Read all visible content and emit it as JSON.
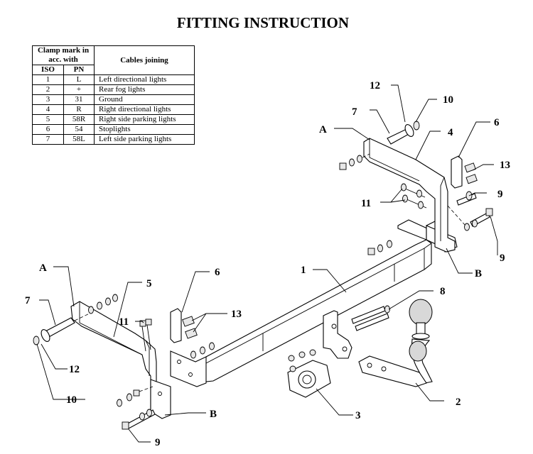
{
  "title": "FITTING INSTRUCTION",
  "table": {
    "header_clamp": "Clamp mark in acc. with",
    "header_iso": "ISO",
    "header_pn": "PN",
    "header_cables": "Cables joining",
    "rows": [
      {
        "iso": "1",
        "pn": "L",
        "desc": "Left directional lights"
      },
      {
        "iso": "2",
        "pn": "+",
        "desc": "Rear fog lights"
      },
      {
        "iso": "3",
        "pn": "31",
        "desc": "Ground"
      },
      {
        "iso": "4",
        "pn": "R",
        "desc": "Right directional lights"
      },
      {
        "iso": "5",
        "pn": "58R",
        "desc": "Right side parking lights"
      },
      {
        "iso": "6",
        "pn": "54",
        "desc": "Stoplights"
      },
      {
        "iso": "7",
        "pn": "58L",
        "desc": "Left side parking lights"
      }
    ]
  },
  "labels": {
    "p1": "1",
    "p2": "2",
    "p3": "3",
    "p4": "4",
    "p5": "5",
    "p6a": "6",
    "p6b": "6",
    "p7a": "7",
    "p7b": "7",
    "p8": "8",
    "p9a": "9",
    "p9b": "9",
    "p9c": "9",
    "p10a": "10",
    "p10b": "10",
    "p11a": "11",
    "p11b": "11",
    "p12a": "12",
    "p12b": "12",
    "p13a": "13",
    "p13b": "13",
    "pAa": "A",
    "pAb": "A",
    "pBa": "B",
    "pBb": "B"
  }
}
